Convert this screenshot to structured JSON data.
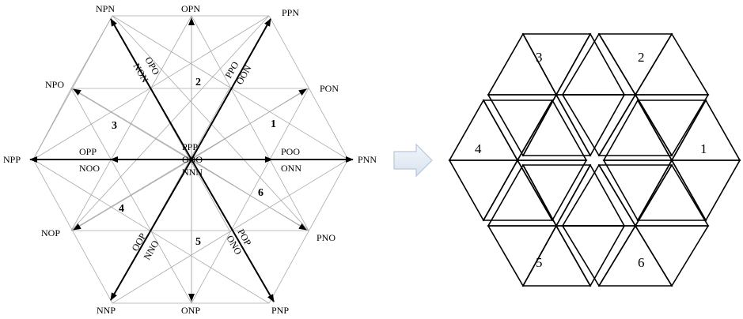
{
  "vector_diagram": {
    "vertex_labels": {
      "npn": "NPN",
      "opn": "OPN",
      "ppn": "PPN",
      "npo": "NPO",
      "pon": "PON",
      "npp": "NPP",
      "pnn": "PNN",
      "nop": "NOP",
      "pno": "PNO",
      "nnp": "NNP",
      "onp": "ONP",
      "pnp": "PNP"
    },
    "medium_labels": {
      "opo": "OPO",
      "non": "NON",
      "ppo": "PPO",
      "oon": "OON",
      "opp": "OPP",
      "noo": "NOO",
      "poo": "POO",
      "onn": "ONN",
      "oop": "OOP",
      "nno": "NNO",
      "pop": "POP",
      "ono": "ONO"
    },
    "center_labels": {
      "ppp": "PPP",
      "ooo": "OOO",
      "nnn": "NNN"
    },
    "sector_numbers": [
      "1",
      "2",
      "3",
      "4",
      "5",
      "6"
    ]
  },
  "tile_diagram": {
    "sector_numbers": [
      "1",
      "2",
      "3",
      "4",
      "5",
      "6"
    ]
  },
  "colors": {
    "thin_line": "#aaaaaa",
    "arrow_fill": "#e6edf6",
    "arrow_stroke": "#b9c7d9"
  }
}
